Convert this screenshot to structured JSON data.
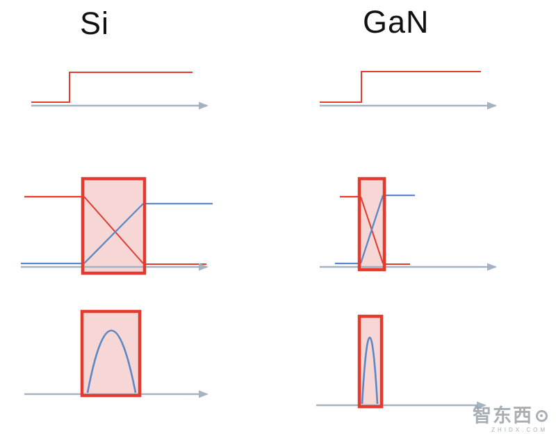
{
  "titles": {
    "left": "Si",
    "right": "GaN"
  },
  "watermark": {
    "brand": "智东西",
    "domain": "zhidx.com"
  },
  "colors": {
    "red": "#e43a2e",
    "pink": "#f7d6d6",
    "blue": "#5b87c4",
    "axis": "#a4b2c2",
    "watermark": "#98a0a8"
  }
}
